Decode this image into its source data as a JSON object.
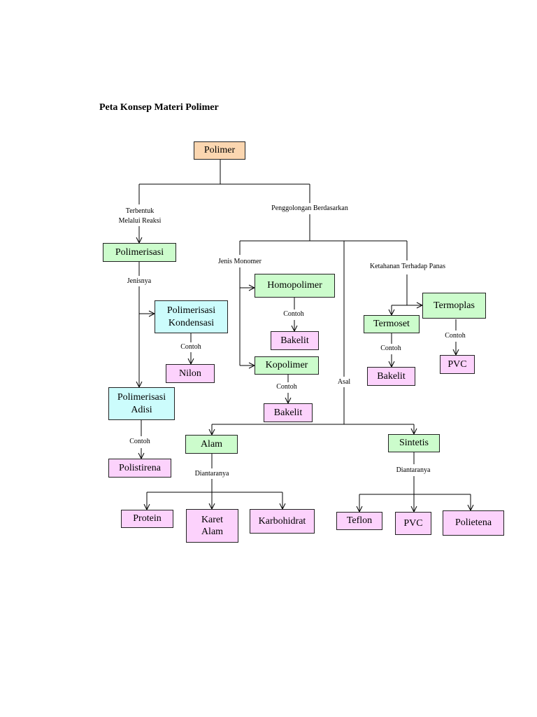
{
  "title": "Peta Konsep Materi Polimer",
  "colors": {
    "root": "#fbd6b0",
    "category": "#ccfccc",
    "process": "#ccfcfc",
    "example": "#fcd2fc"
  },
  "nodes": {
    "polimer": "Polimer",
    "polimerisasi": "Polimerisasi",
    "polimerisasi_kondensasi": "Polimerisasi\nKondensasi",
    "nilon": "Nilon",
    "polimerisasi_adisi": "Polimerisasi\nAdisi",
    "polistirena": "Polistirena",
    "homopolimer": "Homopolimer",
    "bakelit_homo": "Bakelit",
    "kopolimer": "Kopolimer",
    "bakelit_ko": "Bakelit",
    "termoplas": "Termoplas",
    "termoset": "Termoset",
    "bakelit_termoset": "Bakelit",
    "pvc_termoplas": "PVC",
    "alam": "Alam",
    "sintetis": "Sintetis",
    "protein": "Protein",
    "karet_alam": "Karet\nAlam",
    "karbohidrat": "Karbohidrat",
    "teflon": "Teflon",
    "pvc_sintetis": "PVC",
    "polietena": "Polietena"
  },
  "labels": {
    "terbentuk": "Terbentuk\nMelalui Reaksi",
    "penggolongan": "Penggolongan Berdasarkan",
    "jenisnya": "Jenisnya",
    "jenis_monomer": "Jenis Monomer",
    "ketahanan": "Ketahanan Terhadap Panas",
    "contoh_kondensasi": "Contoh",
    "contoh_homo": "Contoh",
    "contoh_ko": "Contoh",
    "contoh_termoset": "Contoh",
    "contoh_termoplas": "Contoh",
    "contoh_adisi": "Contoh",
    "asal": "Asal",
    "diantaranya_alam": "Diantaranya",
    "diantaranya_sintetis": "Diantaranya"
  }
}
